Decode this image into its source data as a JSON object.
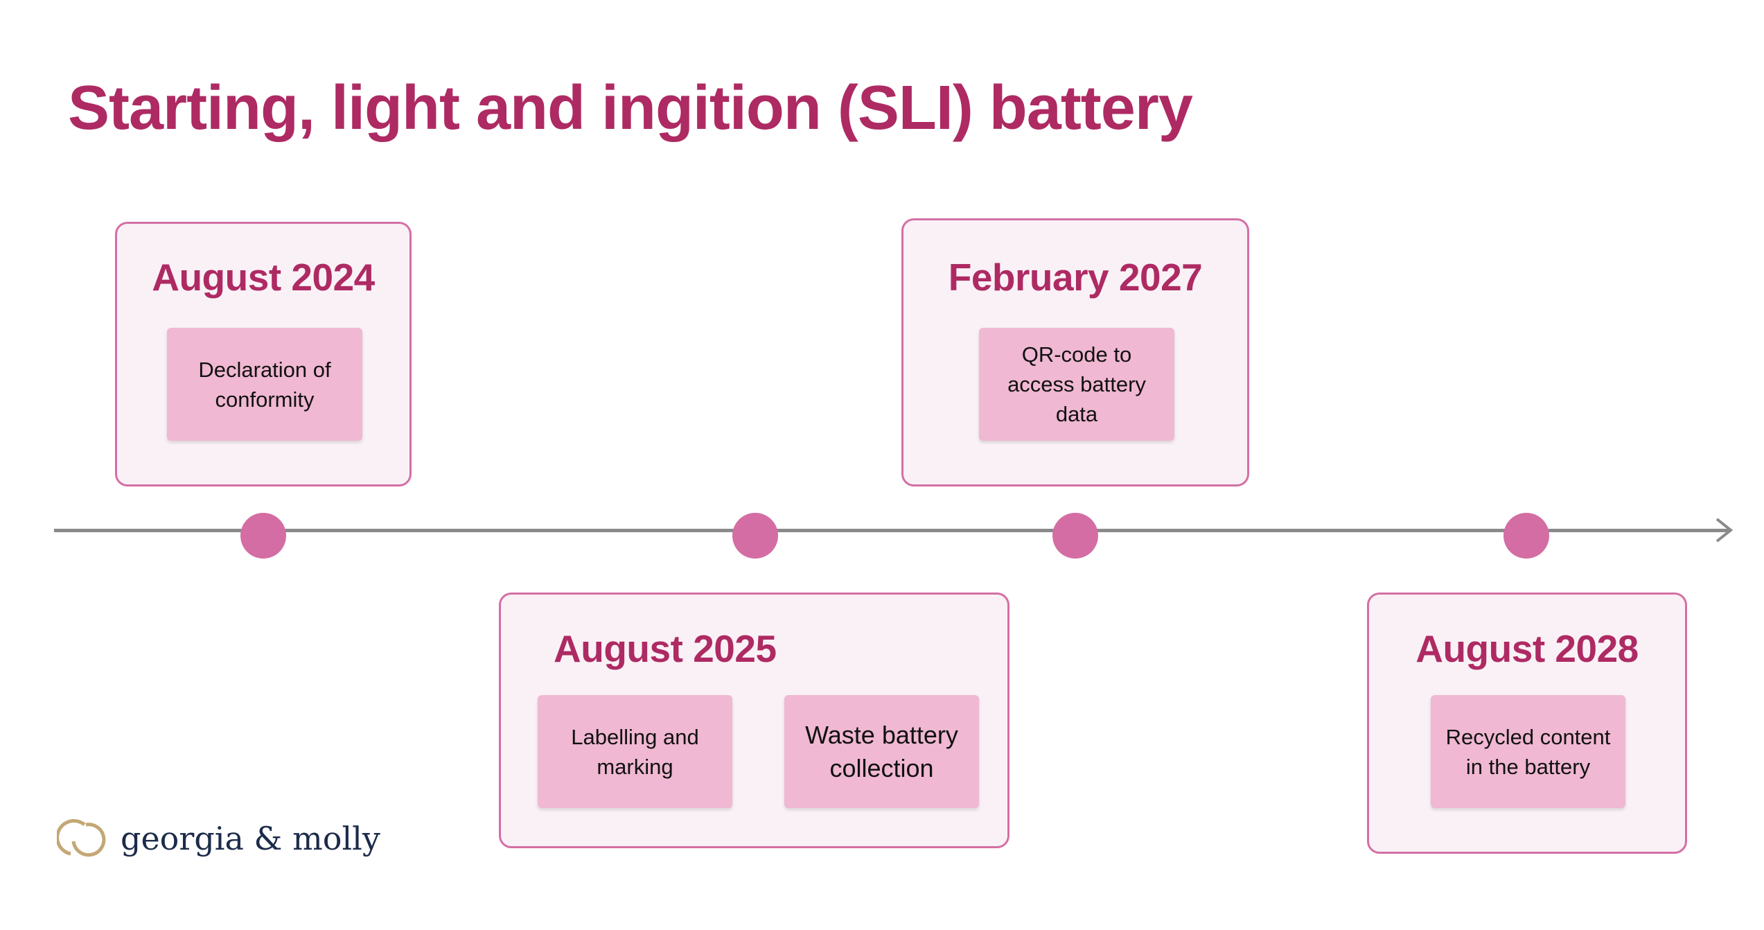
{
  "title": "Starting, light and ingition (SLI) battery",
  "milestones": [
    {
      "date": "August 2024",
      "items": [
        "Declaration of conformity"
      ]
    },
    {
      "date": "August 2025",
      "items": [
        "Labelling and marking",
        "Waste battery collection"
      ]
    },
    {
      "date": "February 2027",
      "items": [
        "QR-code to access battery data"
      ]
    },
    {
      "date": "August 2028",
      "items": [
        "Recycled content in the battery"
      ]
    }
  ],
  "logo": {
    "text": "georgia & molly"
  },
  "colors": {
    "accent": "#ae2a63",
    "border": "#d46fa4",
    "card": "#f0b8d2",
    "dot": "#d46da3",
    "axis": "#8a8a8a"
  }
}
